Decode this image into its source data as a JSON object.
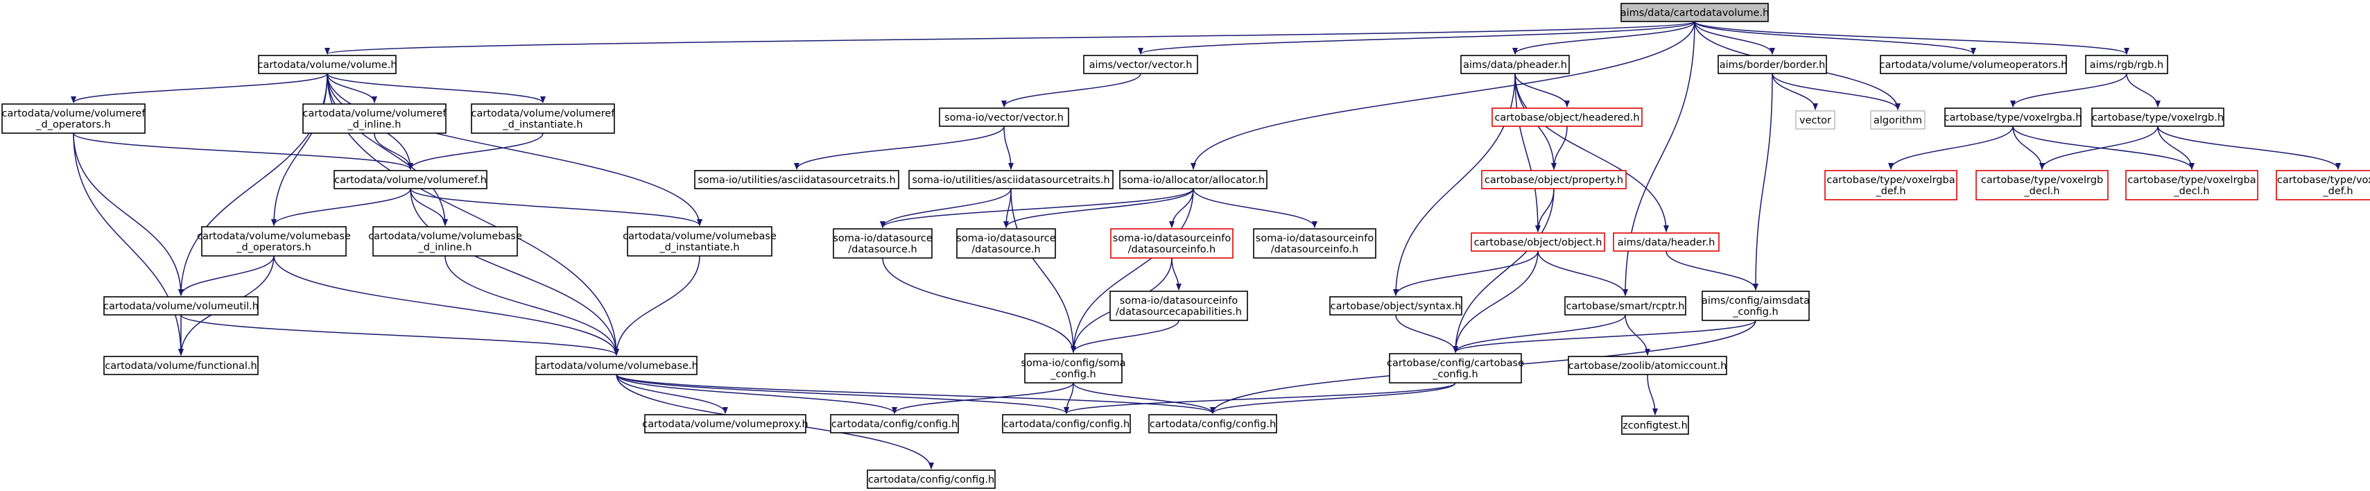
{
  "nodes": [
    {
      "id": "root",
      "lines": [
        "aims/data/cartodatavolume.h"
      ],
      "kind": "root"
    },
    {
      "id": "volume_h",
      "lines": [
        "cartodata/volume/volume.h"
      ],
      "kind": "normal"
    },
    {
      "id": "vector_h",
      "lines": [
        "aims/vector/vector.h"
      ],
      "kind": "normal"
    },
    {
      "id": "pheader_h",
      "lines": [
        "aims/data/pheader.h"
      ],
      "kind": "normal"
    },
    {
      "id": "border_h",
      "lines": [
        "aims/border/border.h"
      ],
      "kind": "normal"
    },
    {
      "id": "volumeoperators_h",
      "lines": [
        "cartodata/volume/volumeoperators.h"
      ],
      "kind": "normal"
    },
    {
      "id": "rgb_h",
      "lines": [
        "aims/rgb/rgb.h"
      ],
      "kind": "normal"
    },
    {
      "id": "volumeref_d_operators_h",
      "lines": [
        "cartodata/volume/volumeref",
        "_d_operators.h"
      ],
      "kind": "normal"
    },
    {
      "id": "volumeref_d_inline_h",
      "lines": [
        "cartodata/volume/volumeref",
        "_d_inline.h"
      ],
      "kind": "normal"
    },
    {
      "id": "volumeref_d_instantiate_h",
      "lines": [
        "cartodata/volume/volumeref",
        "_d_instantiate.h"
      ],
      "kind": "normal"
    },
    {
      "id": "somaio_vector_h",
      "lines": [
        "soma-io/vector/vector.h"
      ],
      "kind": "normal"
    },
    {
      "id": "headered_h",
      "lines": [
        "cartobase/object/headered.h"
      ],
      "kind": "incomplete"
    },
    {
      "id": "vector_ext",
      "lines": [
        "vector"
      ],
      "kind": "external"
    },
    {
      "id": "algorithm_ext",
      "lines": [
        "algorithm"
      ],
      "kind": "external"
    },
    {
      "id": "voxelrgba_h",
      "lines": [
        "cartobase/type/voxelrgba.h"
      ],
      "kind": "normal"
    },
    {
      "id": "voxelrgb_h",
      "lines": [
        "cartobase/type/voxelrgb.h"
      ],
      "kind": "normal"
    },
    {
      "id": "volumeref_h",
      "lines": [
        "cartodata/volume/volumeref.h"
      ],
      "kind": "normal"
    },
    {
      "id": "asciidatasourcetraits_h",
      "lines": [
        "soma-io/utilities/asciidatasourcetraits.h"
      ],
      "kind": "normal"
    },
    {
      "id": "asciidatasourcetraits_h2",
      "lines": [
        "soma-io/utilities/asciidatasourcetraits.h"
      ],
      "kind": "normal"
    },
    {
      "id": "allocator_h",
      "lines": [
        "soma-io/allocator/allocator.h"
      ],
      "kind": "normal"
    },
    {
      "id": "property_h",
      "lines": [
        "cartobase/object/property.h"
      ],
      "kind": "incomplete"
    },
    {
      "id": "voxelrgba_def_h",
      "lines": [
        "cartobase/type/voxelrgba",
        "_def.h"
      ],
      "kind": "incomplete"
    },
    {
      "id": "voxelrgb_decl_h",
      "lines": [
        "cartobase/type/voxelrgb",
        "_decl.h"
      ],
      "kind": "incomplete"
    },
    {
      "id": "voxelrgba_decl_h",
      "lines": [
        "cartobase/type/voxelrgba",
        "_decl.h"
      ],
      "kind": "incomplete"
    },
    {
      "id": "voxelrgb_def_h",
      "lines": [
        "cartobase/type/voxelrgb",
        "_def.h"
      ],
      "kind": "incomplete"
    },
    {
      "id": "volumebase_d_operators_h",
      "lines": [
        "cartodata/volume/volumebase",
        "_d_operators.h"
      ],
      "kind": "normal"
    },
    {
      "id": "volumebase_d_inline_h",
      "lines": [
        "cartodata/volume/volumebase",
        "_d_inline.h"
      ],
      "kind": "normal"
    },
    {
      "id": "volumebase_d_instantiate_h",
      "lines": [
        "cartodata/volume/volumebase",
        "_d_instantiate.h"
      ],
      "kind": "normal"
    },
    {
      "id": "datasource_h",
      "lines": [
        "soma-io/datasource",
        "/datasource.h"
      ],
      "kind": "normal"
    },
    {
      "id": "datasource_h2",
      "lines": [
        "soma-io/datasource",
        "/datasource.h"
      ],
      "kind": "normal"
    },
    {
      "id": "datasourceinfo_h",
      "lines": [
        "soma-io/datasourceinfo",
        "/datasourceinfo.h"
      ],
      "kind": "incomplete"
    },
    {
      "id": "datasourceinfo_h2",
      "lines": [
        "soma-io/datasourceinfo",
        "/datasourceinfo.h"
      ],
      "kind": "normal"
    },
    {
      "id": "object_h",
      "lines": [
        "cartobase/object/object.h"
      ],
      "kind": "incomplete"
    },
    {
      "id": "header_h",
      "lines": [
        "aims/data/header.h"
      ],
      "kind": "incomplete"
    },
    {
      "id": "volumeutil_h",
      "lines": [
        "cartodata/volume/volumeutil.h"
      ],
      "kind": "normal"
    },
    {
      "id": "datasourcecapabilities_h",
      "lines": [
        "soma-io/datasourceinfo",
        "/datasourcecapabilities.h"
      ],
      "kind": "normal"
    },
    {
      "id": "syntax_h",
      "lines": [
        "cartobase/object/syntax.h"
      ],
      "kind": "normal"
    },
    {
      "id": "rcptr_h",
      "lines": [
        "cartobase/smart/rcptr.h"
      ],
      "kind": "normal"
    },
    {
      "id": "aimsdata_config_h",
      "lines": [
        "aims/config/aimsdata",
        "_config.h"
      ],
      "kind": "normal"
    },
    {
      "id": "functional_h",
      "lines": [
        "cartodata/volume/functional.h"
      ],
      "kind": "normal"
    },
    {
      "id": "volumebase_h",
      "lines": [
        "cartodata/volume/volumebase.h"
      ],
      "kind": "normal"
    },
    {
      "id": "soma_config_h",
      "lines": [
        "soma-io/config/soma",
        "_config.h"
      ],
      "kind": "normal"
    },
    {
      "id": "cartobase_config_h",
      "lines": [
        "cartobase/config/cartobase",
        "_config.h"
      ],
      "kind": "normal"
    },
    {
      "id": "atomiccount_h",
      "lines": [
        "cartobase/zoolib/atomiccount.h"
      ],
      "kind": "normal"
    },
    {
      "id": "volumeproxy_h",
      "lines": [
        "cartodata/volume/volumeproxy.h"
      ],
      "kind": "normal"
    },
    {
      "id": "cartodata_config_h",
      "lines": [
        "cartodata/config/config.h"
      ],
      "kind": "normal"
    },
    {
      "id": "cartodata_config_h2",
      "lines": [
        "cartodata/config/config.h"
      ],
      "kind": "normal"
    },
    {
      "id": "cartodata_config_h3",
      "lines": [
        "cartodata/config/config.h"
      ],
      "kind": "normal"
    },
    {
      "id": "zconfigtest_h",
      "lines": [
        "zconfigtest.h"
      ],
      "kind": "normal"
    },
    {
      "id": "cartodata_config_h4",
      "lines": [
        "cartodata/config/config.h"
      ],
      "kind": "normal"
    }
  ],
  "edges": [
    [
      "root",
      "volume_h"
    ],
    [
      "root",
      "vector_h"
    ],
    [
      "root",
      "pheader_h"
    ],
    [
      "root",
      "allocator_h"
    ],
    [
      "root",
      "rcptr_h"
    ],
    [
      "root",
      "border_h"
    ],
    [
      "root",
      "algorithm_ext"
    ],
    [
      "root",
      "volumeoperators_h"
    ],
    [
      "root",
      "rgb_h"
    ],
    [
      "volume_h",
      "volumeref_d_operators_h"
    ],
    [
      "volume_h",
      "volumeref_d_inline_h"
    ],
    [
      "volume_h",
      "volumeref_d_instantiate_h"
    ],
    [
      "volume_h",
      "volumeref_h"
    ],
    [
      "volume_h",
      "volumebase_d_operators_h"
    ],
    [
      "volume_h",
      "volumebase_d_inline_h"
    ],
    [
      "volume_h",
      "volumebase_d_instantiate_h"
    ],
    [
      "volume_h",
      "volumeutil_h"
    ],
    [
      "volume_h",
      "volumebase_h"
    ],
    [
      "volumeref_d_operators_h",
      "volumeref_h"
    ],
    [
      "volumeref_d_operators_h",
      "volumeutil_h"
    ],
    [
      "volumeref_d_operators_h",
      "functional_h"
    ],
    [
      "volumeref_d_inline_h",
      "volumeref_h"
    ],
    [
      "volumeref_d_instantiate_h",
      "volumeref_h"
    ],
    [
      "volumeref_h",
      "volumebase_d_operators_h"
    ],
    [
      "volumeref_h",
      "volumebase_d_inline_h"
    ],
    [
      "volumeref_h",
      "volumebase_d_instantiate_h"
    ],
    [
      "volumeref_h",
      "volumebase_h"
    ],
    [
      "volumebase_d_operators_h",
      "volumeutil_h"
    ],
    [
      "volumebase_d_operators_h",
      "functional_h"
    ],
    [
      "volumebase_d_operators_h",
      "volumebase_h"
    ],
    [
      "volumebase_d_inline_h",
      "volumebase_h"
    ],
    [
      "volumebase_d_instantiate_h",
      "volumebase_h"
    ],
    [
      "volumeutil_h",
      "functional_h"
    ],
    [
      "volumeutil_h",
      "volumebase_h"
    ],
    [
      "volumebase_h",
      "volumeproxy_h"
    ],
    [
      "volumebase_h",
      "cartodata_config_h"
    ],
    [
      "volumebase_h",
      "cartodata_config_h2"
    ],
    [
      "volumebase_h",
      "cartodata_config_h3"
    ],
    [
      "volumebase_h",
      "cartodata_config_h4"
    ],
    [
      "vector_h",
      "somaio_vector_h"
    ],
    [
      "somaio_vector_h",
      "asciidatasourcetraits_h"
    ],
    [
      "somaio_vector_h",
      "asciidatasourcetraits_h2"
    ],
    [
      "asciidatasourcetraits_h2",
      "datasource_h"
    ],
    [
      "asciidatasourcetraits_h2",
      "datasource_h2"
    ],
    [
      "asciidatasourcetraits_h2",
      "soma_config_h"
    ],
    [
      "allocator_h",
      "datasource_h"
    ],
    [
      "allocator_h",
      "datasource_h2"
    ],
    [
      "allocator_h",
      "datasourceinfo_h"
    ],
    [
      "allocator_h",
      "datasourceinfo_h2"
    ],
    [
      "allocator_h",
      "soma_config_h"
    ],
    [
      "datasource_h",
      "soma_config_h"
    ],
    [
      "datasourceinfo_h",
      "datasourcecapabilities_h"
    ],
    [
      "datasourceinfo_h",
      "soma_config_h"
    ],
    [
      "datasourcecapabilities_h",
      "soma_config_h"
    ],
    [
      "soma_config_h",
      "cartodata_config_h"
    ],
    [
      "soma_config_h",
      "cartodata_config_h2"
    ],
    [
      "soma_config_h",
      "cartodata_config_h3"
    ],
    [
      "pheader_h",
      "headered_h"
    ],
    [
      "pheader_h",
      "property_h"
    ],
    [
      "pheader_h",
      "object_h"
    ],
    [
      "pheader_h",
      "header_h"
    ],
    [
      "pheader_h",
      "syntax_h"
    ],
    [
      "headered_h",
      "property_h"
    ],
    [
      "property_h",
      "object_h"
    ],
    [
      "property_h",
      "cartobase_config_h"
    ],
    [
      "object_h",
      "syntax_h"
    ],
    [
      "object_h",
      "rcptr_h"
    ],
    [
      "object_h",
      "cartobase_config_h"
    ],
    [
      "syntax_h",
      "cartobase_config_h"
    ],
    [
      "header_h",
      "aimsdata_config_h"
    ],
    [
      "rcptr_h",
      "cartobase_config_h"
    ],
    [
      "rcptr_h",
      "atomiccount_h"
    ],
    [
      "atomiccount_h",
      "zconfigtest_h"
    ],
    [
      "cartobase_config_h",
      "cartodata_config_h2"
    ],
    [
      "cartobase_config_h",
      "cartodata_config_h3"
    ],
    [
      "border_h",
      "vector_ext"
    ],
    [
      "border_h",
      "algorithm_ext"
    ],
    [
      "border_h",
      "aimsdata_config_h"
    ],
    [
      "aimsdata_config_h",
      "cartobase_config_h"
    ],
    [
      "aimsdata_config_h",
      "cartodata_config_h3"
    ],
    [
      "rgb_h",
      "voxelrgba_h"
    ],
    [
      "rgb_h",
      "voxelrgb_h"
    ],
    [
      "voxelrgba_h",
      "voxelrgba_def_h"
    ],
    [
      "voxelrgba_h",
      "voxelrgb_decl_h"
    ],
    [
      "voxelrgba_h",
      "voxelrgba_decl_h"
    ],
    [
      "voxelrgb_h",
      "voxelrgb_decl_h"
    ],
    [
      "voxelrgb_h",
      "voxelrgba_decl_h"
    ],
    [
      "voxelrgb_h",
      "voxelrgb_def_h"
    ]
  ]
}
